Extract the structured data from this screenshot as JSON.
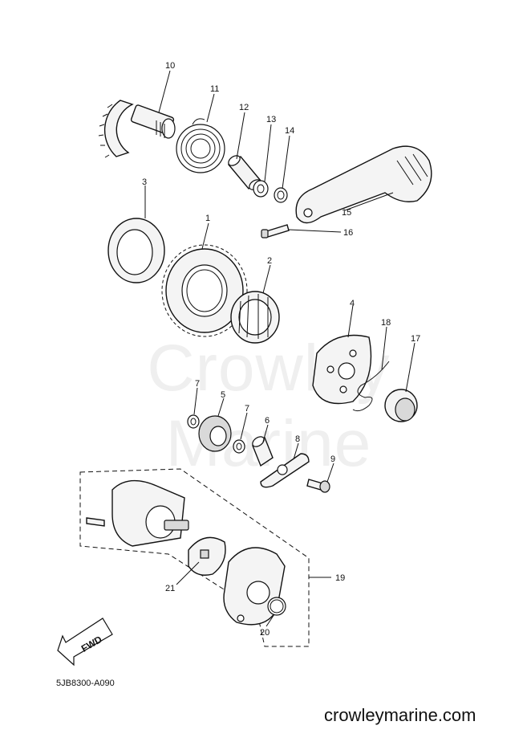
{
  "watermark": "Crowley Marine",
  "diagram_code": "5JB8300-A090",
  "website": "crowleymarine.com",
  "fwd_label": "FWD",
  "callouts": [
    "1",
    "2",
    "3",
    "4",
    "5",
    "6",
    "7",
    "7",
    "8",
    "9",
    "10",
    "11",
    "12",
    "13",
    "14",
    "15",
    "16",
    "17",
    "18",
    "19",
    "20",
    "21"
  ]
}
